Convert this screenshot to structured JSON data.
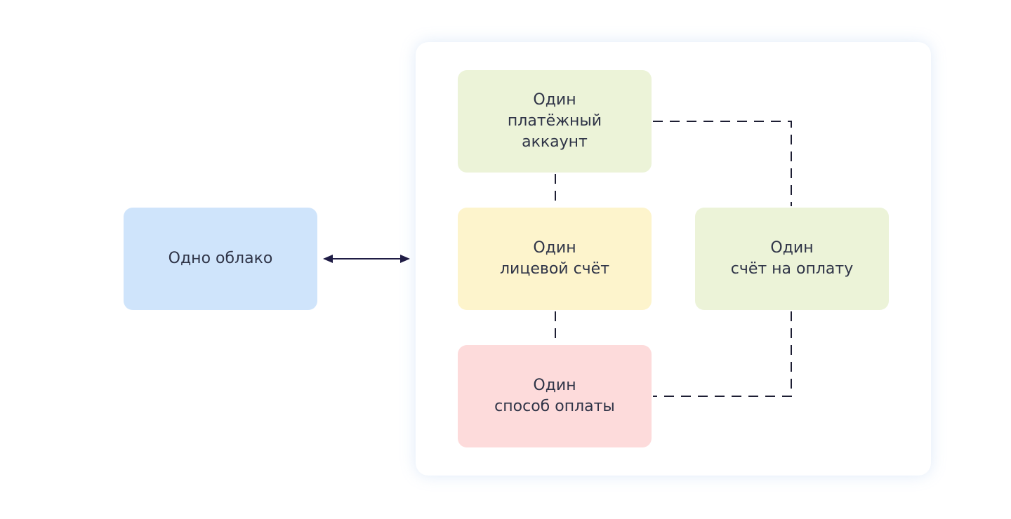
{
  "nodes": {
    "cloud": {
      "label": "Одно облако",
      "color": "#cfe4fb"
    },
    "billing_account": {
      "label": "Один\nплатёжный\nаккаунт",
      "color": "#ecf3d8"
    },
    "personal_account": {
      "label": "Один\nлицевой счёт",
      "color": "#fdf4cc"
    },
    "invoice": {
      "label": "Один\nсчёт на оплату",
      "color": "#ecf3d8"
    },
    "payment_method": {
      "label": "Один\nспособ оплаты",
      "color": "#fddbdb"
    }
  },
  "colors": {
    "connector": "#1d1e33",
    "arrow": "#1f1c45"
  }
}
